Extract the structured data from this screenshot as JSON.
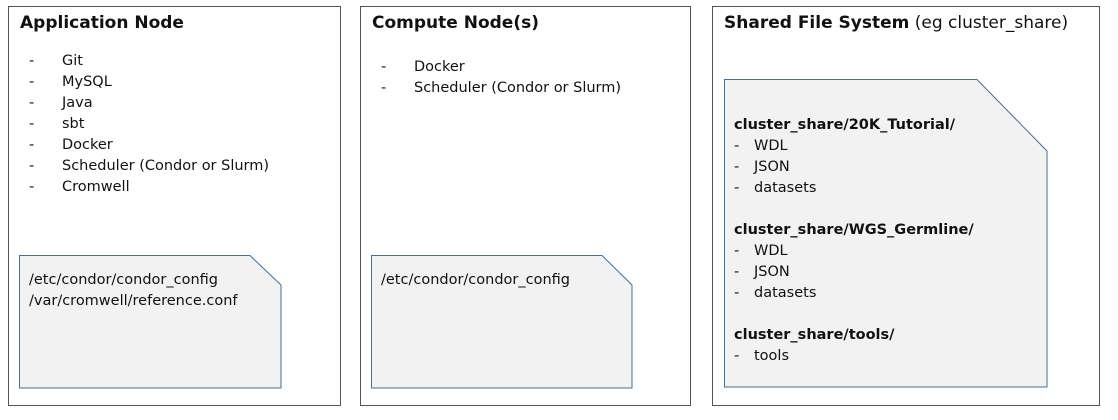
{
  "panels": {
    "application": {
      "title": "Application Node",
      "items": [
        "Git",
        "MySQL",
        "Java",
        "sbt",
        "Docker",
        "Scheduler (Condor or Slurm)",
        "Cromwell"
      ],
      "config_files": [
        "/etc/condor/condor_config",
        "/var/cromwell/reference.conf"
      ]
    },
    "compute": {
      "title": "Compute Node(s)",
      "items": [
        "Docker",
        "Scheduler (Condor or Slurm)"
      ],
      "config_files": [
        "/etc/condor/condor_config"
      ]
    },
    "shared": {
      "title": "Shared File System",
      "title_suffix": " (eg cluster_share)",
      "groups": [
        {
          "heading": "cluster_share/20K_Tutorial/",
          "items": [
            "WDL",
            "JSON",
            "datasets"
          ]
        },
        {
          "heading": "cluster_share/WGS_Germline/",
          "items": [
            "WDL",
            "JSON",
            "datasets"
          ]
        },
        {
          "heading": "cluster_share/tools/",
          "items": [
            "tools"
          ]
        }
      ]
    }
  },
  "bullet_glyph": "-",
  "colors": {
    "doc_fill": "#f2f2f2",
    "doc_stroke": "#41719c",
    "panel_border": "#555555"
  }
}
